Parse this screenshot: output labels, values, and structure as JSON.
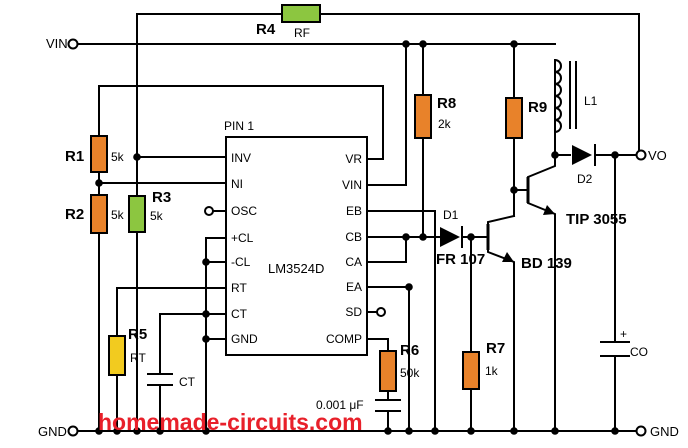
{
  "ic": {
    "name": "LM3524D",
    "pin1_label": "PIN 1",
    "left_pins": [
      "INV",
      "NI",
      "OSC",
      "+CL",
      "-CL",
      "RT",
      "CT",
      "GND"
    ],
    "right_pins": [
      "VR",
      "VIN",
      "EB",
      "CB",
      "CA",
      "EA",
      "SD",
      "COMP"
    ]
  },
  "terminals": {
    "vin": "VIN",
    "vo": "VO",
    "gnd_left": "GND",
    "gnd_right": "GND"
  },
  "components": {
    "r1": {
      "ref": "R1",
      "value": "5k"
    },
    "r2": {
      "ref": "R2",
      "value": "5k"
    },
    "r3": {
      "ref": "R3",
      "value": "5k"
    },
    "r4": {
      "ref": "R4",
      "value": "RF"
    },
    "r5": {
      "ref": "R5",
      "value": "RT"
    },
    "r6": {
      "ref": "R6",
      "value": "50k"
    },
    "r7": {
      "ref": "R7",
      "value": "1k"
    },
    "r8": {
      "ref": "R8",
      "value": "2k"
    },
    "r9": {
      "ref": "R9"
    },
    "ct": {
      "value": "CT"
    },
    "c6": {
      "value": "0.001 μF"
    },
    "co": {
      "value": "CO",
      "polarity": "+"
    },
    "l1": {
      "ref": "L1"
    },
    "d1": {
      "ref": "D1",
      "part": "FR 107"
    },
    "d2": {
      "ref": "D2"
    },
    "q1": {
      "part": "BD 139"
    },
    "q2": {
      "part": "TIP 3055"
    }
  },
  "watermark": "homemade-circuits.com",
  "colors": {
    "resistor_orange": "#E8822A",
    "resistor_green": "#8CC640",
    "resistor_yellow": "#F2CB1F",
    "watermark_red": "#E8202A"
  }
}
